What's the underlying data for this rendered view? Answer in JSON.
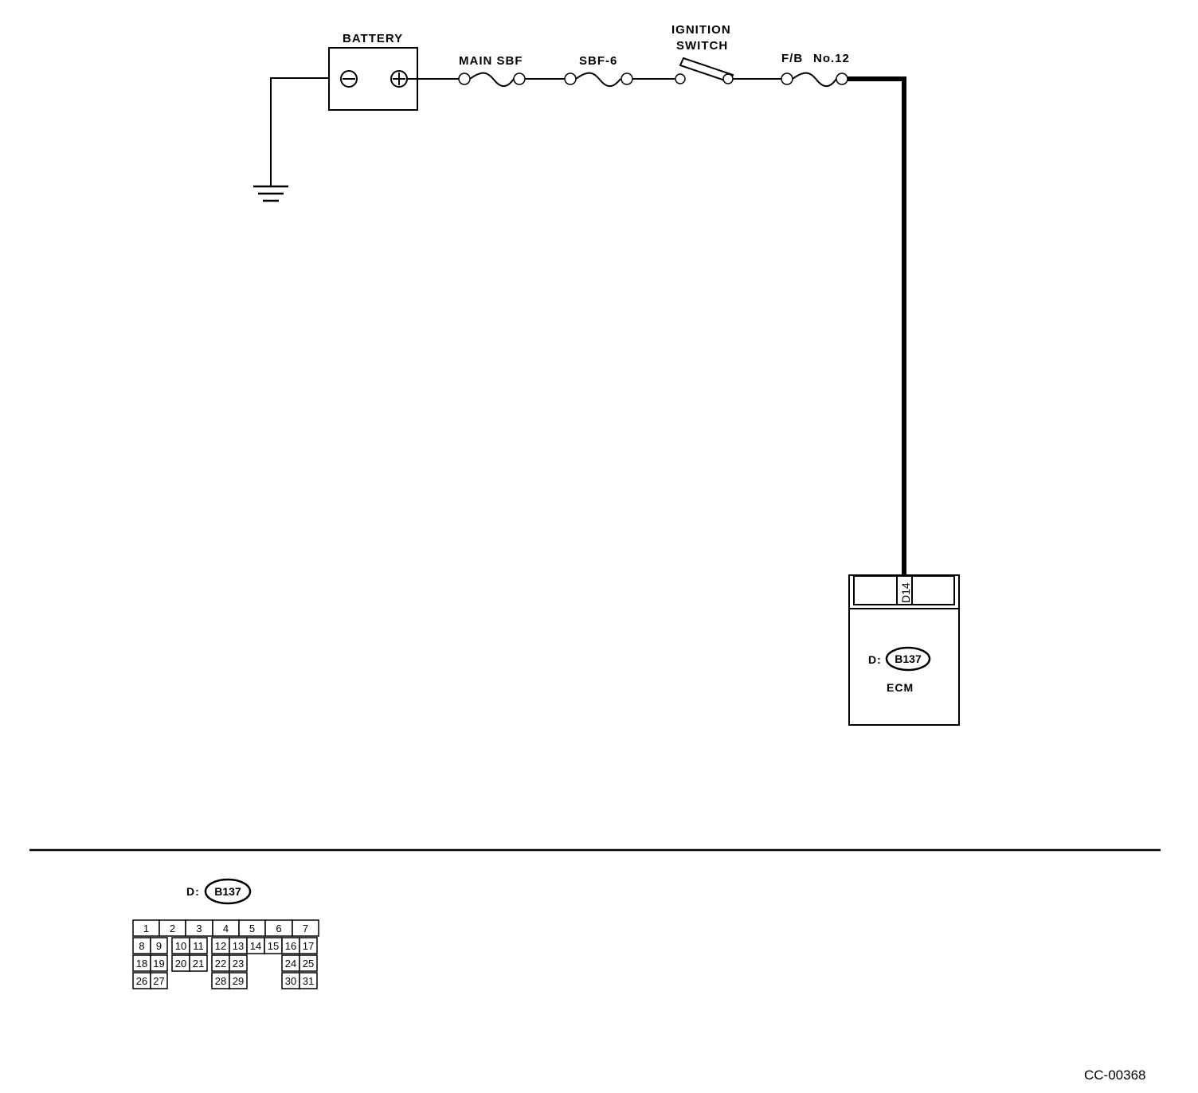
{
  "diagram": {
    "battery_label": "BATTERY",
    "main_sbf_label": "MAIN SBF",
    "sbf6_label": "SBF-6",
    "ignition_label_line1": "IGNITION",
    "ignition_label_line2": "SWITCH",
    "fb_label": "F/B",
    "fuse_no_label": "No.12",
    "ecm_pin_label": "D14",
    "ecm_connector_prefix": "D:",
    "ecm_connector_id": "B137",
    "ecm_label": "ECM"
  },
  "connector_view": {
    "prefix": "D:",
    "id": "B137",
    "row1": [
      "1",
      "2",
      "3",
      "4",
      "5",
      "6",
      "7"
    ],
    "row2": [
      "8",
      "9",
      "10",
      "11",
      "12",
      "13",
      "14",
      "15",
      "16",
      "17"
    ],
    "row3": [
      "18",
      "19",
      "20",
      "21",
      "22",
      "23",
      "24",
      "25"
    ],
    "row4": [
      "26",
      "27",
      "28",
      "29",
      "30",
      "31"
    ]
  },
  "footer": {
    "code": "CC-00368"
  }
}
